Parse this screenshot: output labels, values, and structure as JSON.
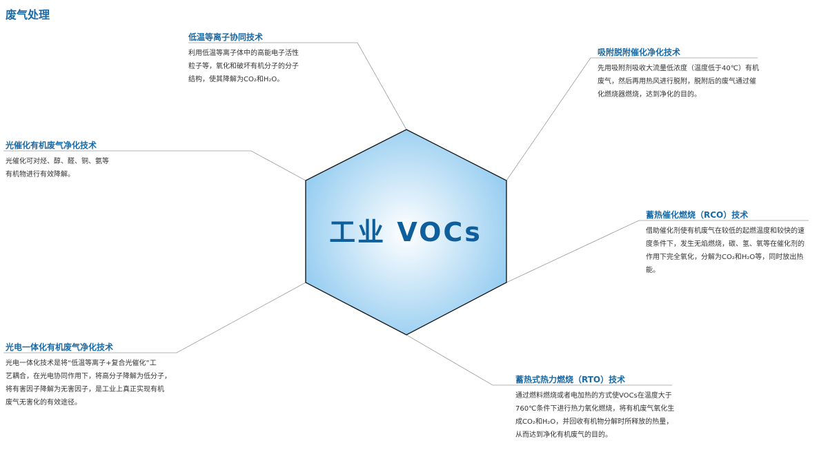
{
  "page": {
    "title": "废气处理"
  },
  "center": {
    "title": "工业  VOCs"
  },
  "colors": {
    "accent": "#1a6aa6",
    "hex_fill_center": "#ffffff",
    "hex_fill_edge": "#8cc8ef",
    "line": "#9a9a9a"
  },
  "tech": [
    {
      "title": "低温等离子协同技术",
      "lines": [
        "利用低温等离子体中的高能电子活性",
        "粒子等，氧化和破坏有机分子的分子",
        "结构，使其降解为CO₂和H₂O。"
      ]
    },
    {
      "title": "吸附脱附催化净化技术",
      "lines": [
        "先用吸附剂吸收大流量低浓度（温度低于40℃）有机",
        "废气，然后再用热风进行脱附，脱附后的废气通过催",
        "化燃烧器燃烧，达到净化的目的。"
      ]
    },
    {
      "title": "光催化有机废气净化技术",
      "lines": [
        "光催化可对烃、醇、醛、铜、氨等",
        "有机物进行有效降解。"
      ]
    },
    {
      "title": "蓄热催化燃烧（RCO）技术",
      "lines": [
        "借助催化剂使有机废气在较低的起燃温度和较快的速",
        "度条件下，发生无焰燃烧，碳、氢、氧等在催化剂的",
        "作用下完全氧化，分解为CO₂和H₂O等，同时放出热",
        "能。"
      ]
    },
    {
      "title": "光电一体化有机废气净化技术",
      "lines": [
        "光电一体化技术是将“低温等离子+复合光催化”工",
        "艺耦合，在光电协同作用下，将高分子降解为低分子，",
        "将有害因子降解为无害因子，是工业上真正实现有机",
        "废气无害化的有效途径。"
      ]
    },
    {
      "title": "蓄热式热力燃烧（RTO）技术",
      "lines": [
        "通过燃料燃烧或者电加热的方式使VOCs在温度大于",
        "760℃条件下进行热力氧化燃烧，将有机废气氧化生",
        "成CO₂和H₂O，并回收有机物分解时所释放的热量，",
        "从而达到净化有机废气的目的。"
      ]
    }
  ]
}
